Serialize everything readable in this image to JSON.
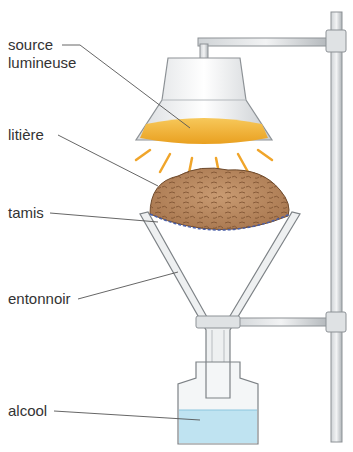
{
  "diagram": {
    "labels": [
      "source lumineuse",
      "litière",
      "tamis",
      "entonnoir",
      "alcool"
    ]
  }
}
